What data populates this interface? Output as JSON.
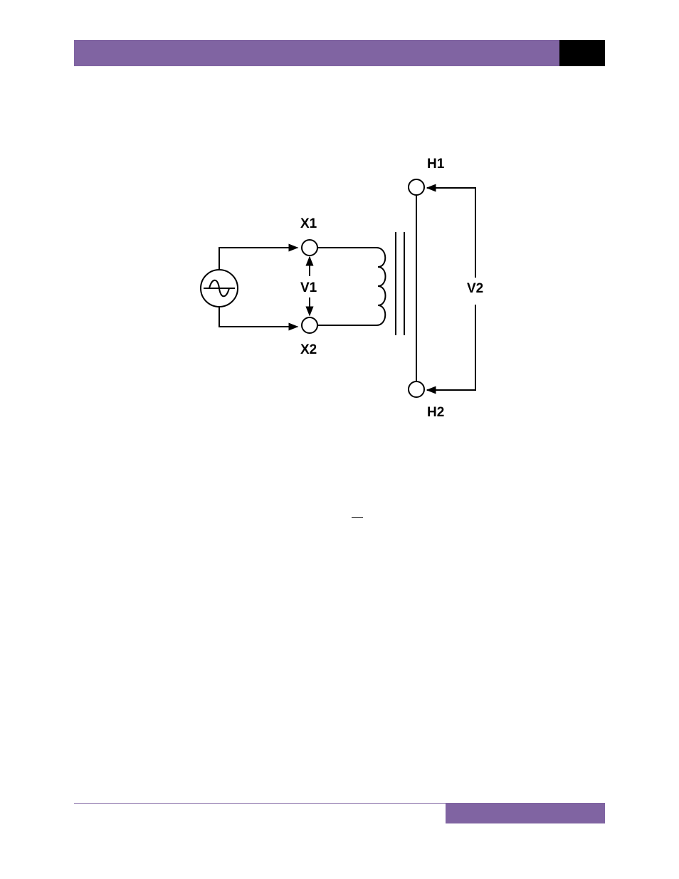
{
  "colors": {
    "accent": "#8064a2",
    "tab": "#000000"
  },
  "diagram": {
    "labels": {
      "x1": "X1",
      "x2": "X2",
      "v1": "V1",
      "v2": "V2",
      "h1": "H1",
      "h2": "H2"
    },
    "icons": {
      "source": "ac-source-icon"
    }
  }
}
